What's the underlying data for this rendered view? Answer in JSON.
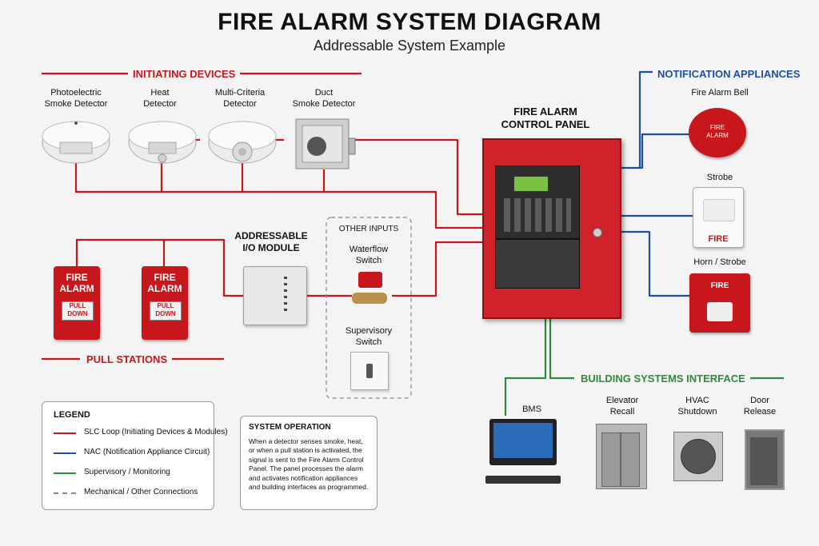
{
  "title": "FIRE ALARM SYSTEM DIAGRAM",
  "subtitle": "Addressable System Example",
  "colors": {
    "slc": "#c8161d",
    "nac": "#1f4fa0",
    "supervisory": "#2e8b3a",
    "dashed": "#888888"
  },
  "sections": {
    "initiating": "INITIATING DEVICES",
    "notification": "NOTIFICATION APPLIANCES",
    "pull_stations": "PULL STATIONS",
    "building": "BUILDING SYSTEMS INTERFACE"
  },
  "initiating_devices": [
    {
      "name": "Photoelectric\nSmoke Detector"
    },
    {
      "name": "Heat\nDetector"
    },
    {
      "name": "Multi-Criteria\nDetector"
    },
    {
      "name": "Duct\nSmoke Detector"
    }
  ],
  "panel": {
    "label": "FIRE ALARM\nCONTROL PANEL"
  },
  "notification_appliances": [
    {
      "name": "Fire Alarm Bell",
      "text": "FIRE\nALARM"
    },
    {
      "name": "Strobe",
      "text": "FIRE"
    },
    {
      "name": "Horn / Strobe",
      "text": "FIRE"
    }
  ],
  "pull_stations": [
    {
      "top": "FIRE\nALARM",
      "plate": "PULL\nDOWN"
    },
    {
      "top": "FIRE\nALARM",
      "plate": "PULL\nDOWN"
    }
  ],
  "io_module": {
    "label": "ADDRESSABLE\nI/O MODULE"
  },
  "other_inputs": {
    "title": "OTHER INPUTS",
    "items": [
      "Waterflow\nSwitch",
      "Supervisory\nSwitch"
    ]
  },
  "building_systems": [
    "BMS",
    "Elevator\nRecall",
    "HVAC\nShutdown",
    "Door\nRelease"
  ],
  "legend": {
    "title": "LEGEND",
    "items": [
      {
        "label": "SLC Loop (Initiating Devices & Modules)",
        "color": "#c8161d",
        "style": "solid"
      },
      {
        "label": "NAC (Notification Appliance Circuit)",
        "color": "#1f4fa0",
        "style": "solid"
      },
      {
        "label": "Supervisory / Monitoring",
        "color": "#2e8b3a",
        "style": "solid"
      },
      {
        "label": "Mechanical / Other Connections",
        "color": "#888888",
        "style": "dashed"
      }
    ]
  },
  "system_operation": {
    "title": "SYSTEM OPERATION",
    "text": "When a detector senses smoke, heat, or when a pull station is activated, the signal is sent to the Fire Alarm Control Panel. The panel processes the alarm and activates notification appliances and building interfaces as programmed."
  }
}
